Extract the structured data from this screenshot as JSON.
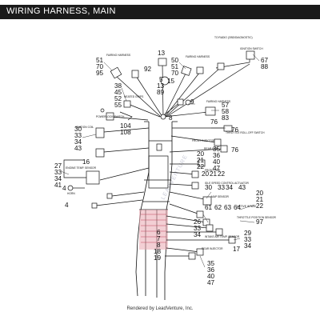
{
  "header": {
    "title": "WIRING HARNESS, MAIN"
  },
  "footer": {
    "text": "Rendered by LeadVenture, Inc."
  },
  "watermark": {
    "text": "LEADVENTURE"
  },
  "colors": {
    "header_bg": "#1a1a1a",
    "harness_stripe": "#c0475a",
    "line": "#111111"
  },
  "component_labels": {
    "fairing_harness_left": "FAIRING HARNESS",
    "fairing_harness_right": "FAIRING HARNESS",
    "radio": "TO RADIO (OBD/DIAGNOSTIC)",
    "ignition_switch": "IGNITION SWITCH",
    "heated_grips": "HEATED GRIPS",
    "fairing_harness_mid": "FAIRING HARNESS",
    "powerlock": "POWERLOCK SWITCH",
    "throttle_roll": "THROTTLE ROLL-OFF SWITCH",
    "front_injector": "FRONT INJECTOR",
    "ignition_coil": "IGNITION COIL",
    "rear_hcr": "REAR HCR",
    "front_hcr": "FRONT HCR",
    "idle_speed": "IDLE SPEED CONTROL ACTUATOR",
    "engine_temp": "ENGINE TEMP. SENSOR",
    "horn": "HORN",
    "map_sensor": "MAP SENSOR",
    "active_intake": "ACTIVE INTAKE",
    "throttle_position": "THROTTLE POSITION SENSOR",
    "intake_air": "INTAKE AIR TEMP. SENSOR",
    "rear_injector": "REAR INJECTOR"
  },
  "callouts": {
    "c13": "13",
    "c92": "92",
    "c5": "5",
    "c13b": "13",
    "c89": "89",
    "c15": "15",
    "c51": "51",
    "c70": "70",
    "c95": "95",
    "c50": "50",
    "c51b": "51",
    "c70b": "70",
    "c67": "67",
    "c88": "88",
    "c38": "38",
    "c45": "45",
    "c52": "52",
    "c55": "55",
    "c9": "9",
    "c57": "57",
    "c58": "58",
    "c83": "83",
    "c8": "8",
    "c104": "104",
    "c108": "108",
    "c76a": "76",
    "c76b": "76",
    "c76c": "76",
    "c30a": "30",
    "c33a": "33",
    "c34a": "34",
    "c43a": "43",
    "c35a": "35",
    "c36a": "36",
    "c40a": "40",
    "c47a": "47",
    "c20a": "20",
    "c21a": "21",
    "c22a": "22",
    "c27": "27",
    "c33b": "33",
    "c34b": "34",
    "c41": "41",
    "c16": "16",
    "c20b": "20",
    "c21b": "21",
    "c22b": "22",
    "c30b": "30",
    "c33c": "33",
    "c34c": "34",
    "c43b": "43",
    "c4a": "4",
    "c4b": "4",
    "c61": "61",
    "c62": "62",
    "c63": "63",
    "c64": "64",
    "c20c": "20",
    "c21c": "21",
    "c22c": "22",
    "c97": "97",
    "c26": "26",
    "c33d": "33",
    "c34d": "34",
    "c29": "29",
    "c33e": "33",
    "c34e": "34",
    "c17": "17",
    "c6": "6",
    "c7": "7",
    "c8b": "8",
    "c18": "18",
    "c19": "19",
    "c35b": "35",
    "c36b": "36",
    "c40b": "40",
    "c47b": "47"
  }
}
